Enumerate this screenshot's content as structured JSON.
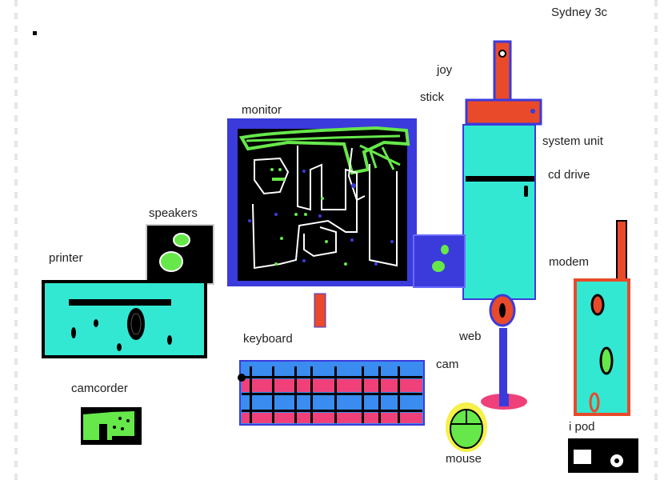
{
  "labels": {
    "title": "Sydney 3c",
    "joy": "joy",
    "stick": "stick",
    "monitor": "monitor",
    "system_unit": "system unit",
    "cd_drive": "cd drive",
    "speakers": "speakers",
    "printer": "printer",
    "modem": "modem",
    "keyboard": "keyboard",
    "web": "web",
    "cam": "cam",
    "camcorder": "camcorder",
    "i_pod": "i pod",
    "mouse": "mouse"
  },
  "colors": {
    "cyan": "#33e8d2",
    "blue": "#3b3bdc",
    "orange_red": "#e84a2a",
    "green": "#66e84a",
    "pink": "#f0407a",
    "keyboard_blue": "#3a8cf0",
    "mouse_yellow": "#f5f04a",
    "black": "#000000"
  }
}
